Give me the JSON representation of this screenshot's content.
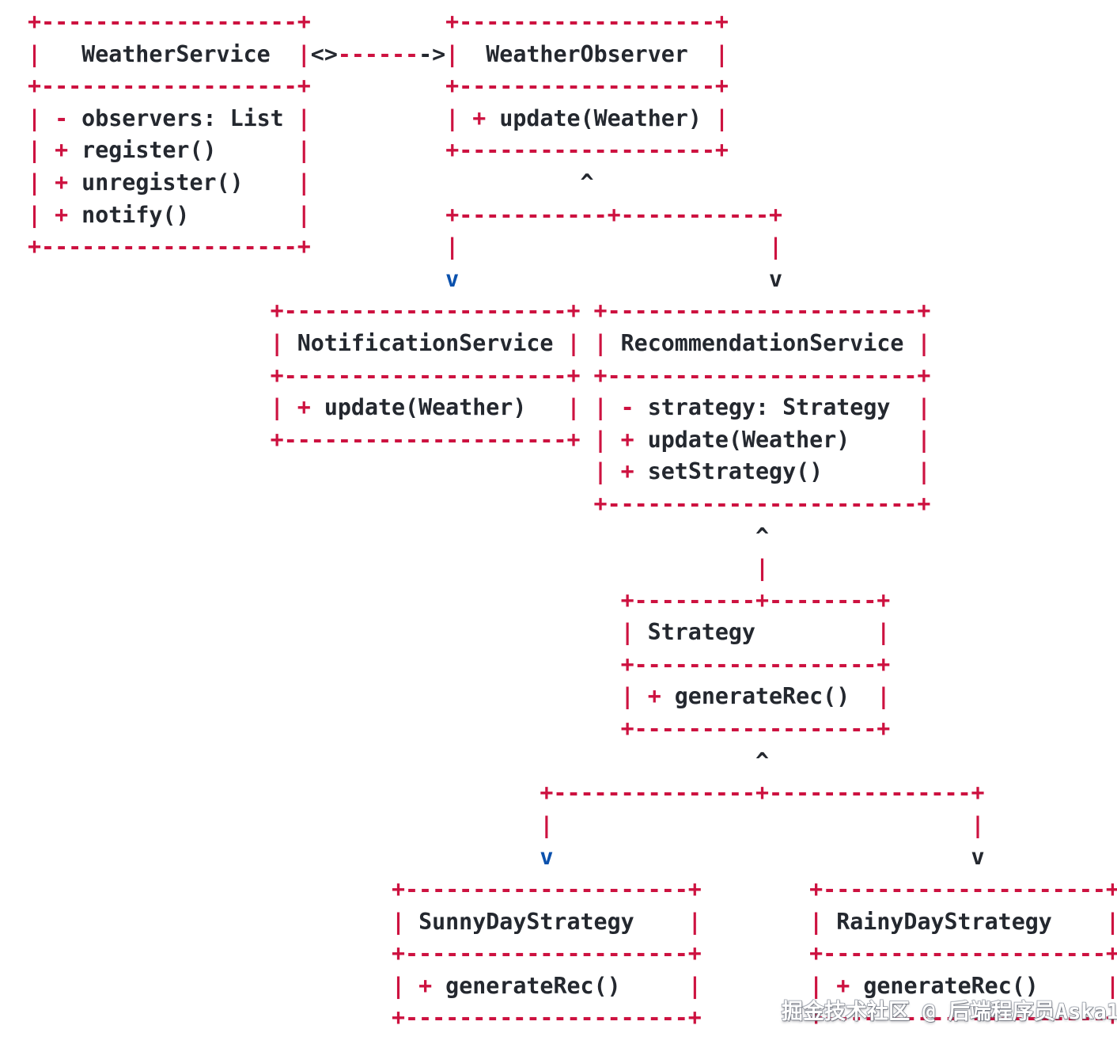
{
  "colors": {
    "border_red": "#cd1240",
    "text_dark": "#24282f",
    "arrow_blue": "#0b51ad",
    "background": "#ffffff",
    "watermark_fill": "#ffffff",
    "watermark_outline": "#8e949d"
  },
  "watermark": {
    "text": "掘金技术社区 @ 后端程序员Aska1"
  },
  "diagram": {
    "description": "ASCII UML class diagram: WeatherService aggregates WeatherObserver; NotificationService and RecommendationService implement WeatherObserver; RecommendationService uses Strategy; SunnyDayStrategy and RainyDayStrategy implement Strategy",
    "classes": [
      {
        "name": "WeatherService",
        "members": [
          "- observers: List",
          "+ register()",
          "+ unregister()",
          "+ notify()"
        ]
      },
      {
        "name": "WeatherObserver",
        "members": [
          "+ update(Weather)"
        ]
      },
      {
        "name": "NotificationService",
        "members": [
          "+ update(Weather)"
        ]
      },
      {
        "name": "RecommendationService",
        "members": [
          "- strategy: Strategy",
          "+ update(Weather)",
          "+ setStrategy()"
        ]
      },
      {
        "name": "Strategy",
        "members": [
          "+ generateRec()"
        ]
      },
      {
        "name": "SunnyDayStrategy",
        "members": [
          "+ generateRec()"
        ]
      },
      {
        "name": "RainyDayStrategy",
        "members": [
          "+ generateRec()"
        ]
      }
    ],
    "lines": [
      [
        [
          "rb",
          [
            19
          ]
        ],
        [
          "g",
          10
        ],
        [
          "rb",
          [
            19
          ]
        ]
      ],
      [
        [
          "r",
          "|"
        ],
        [
          "d",
          "   WeatherService  "
        ],
        [
          "r",
          "|"
        ],
        [
          "d",
          "<>"
        ],
        [
          "r",
          "------"
        ],
        [
          "d",
          "->"
        ],
        [
          "r",
          "|"
        ],
        [
          "d",
          "  WeatherObserver  "
        ],
        [
          "r",
          "|"
        ]
      ],
      [
        [
          "rb",
          [
            19
          ]
        ],
        [
          "g",
          10
        ],
        [
          "rb",
          [
            19
          ]
        ]
      ],
      [
        [
          "r",
          "|"
        ],
        [
          "g",
          1
        ],
        [
          "r",
          "-"
        ],
        [
          "d",
          " observers: List "
        ],
        [
          "r",
          "|"
        ],
        [
          "g",
          10
        ],
        [
          "r",
          "|"
        ],
        [
          "g",
          1
        ],
        [
          "r",
          "+"
        ],
        [
          "d",
          " update(Weather) "
        ],
        [
          "r",
          "|"
        ]
      ],
      [
        [
          "r",
          "|"
        ],
        [
          "g",
          1
        ],
        [
          "r",
          "+"
        ],
        [
          "d",
          " register()      "
        ],
        [
          "r",
          "|"
        ],
        [
          "g",
          10
        ],
        [
          "rb",
          [
            19
          ]
        ]
      ],
      [
        [
          "r",
          "|"
        ],
        [
          "g",
          1
        ],
        [
          "r",
          "+"
        ],
        [
          "d",
          " unregister()    "
        ],
        [
          "r",
          "|"
        ],
        [
          "g",
          20
        ],
        [
          "d",
          "^"
        ]
      ],
      [
        [
          "r",
          "|"
        ],
        [
          "g",
          1
        ],
        [
          "r",
          "+"
        ],
        [
          "d",
          " notify()        "
        ],
        [
          "r",
          "|"
        ],
        [
          "g",
          10
        ],
        [
          "rb",
          [
            11,
            11
          ]
        ]
      ],
      [
        [
          "rb",
          [
            19
          ]
        ],
        [
          "g",
          10
        ],
        [
          "r",
          "|"
        ],
        [
          "g",
          23
        ],
        [
          "r",
          "|"
        ]
      ],
      [
        [
          "g",
          31
        ],
        [
          "b",
          "v"
        ],
        [
          "g",
          23
        ],
        [
          "d",
          "v"
        ]
      ],
      [
        [
          "g",
          18
        ],
        [
          "rb",
          [
            21
          ]
        ],
        [
          "g",
          1
        ],
        [
          "rb",
          [
            23
          ]
        ]
      ],
      [
        [
          "g",
          18
        ],
        [
          "r",
          "|"
        ],
        [
          "d",
          " NotificationService "
        ],
        [
          "r",
          "|"
        ],
        [
          "g",
          1
        ],
        [
          "r",
          "|"
        ],
        [
          "d",
          " RecommendationService "
        ],
        [
          "r",
          "|"
        ]
      ],
      [
        [
          "g",
          18
        ],
        [
          "rb",
          [
            21
          ]
        ],
        [
          "g",
          1
        ],
        [
          "rb",
          [
            23
          ]
        ]
      ],
      [
        [
          "g",
          18
        ],
        [
          "r",
          "|"
        ],
        [
          "g",
          1
        ],
        [
          "r",
          "+"
        ],
        [
          "d",
          " update(Weather)   "
        ],
        [
          "r",
          "|"
        ],
        [
          "g",
          1
        ],
        [
          "r",
          "|"
        ],
        [
          "g",
          1
        ],
        [
          "r",
          "-"
        ],
        [
          "d",
          " strategy: Strategy  "
        ],
        [
          "r",
          "|"
        ]
      ],
      [
        [
          "g",
          18
        ],
        [
          "rb",
          [
            21
          ]
        ],
        [
          "g",
          1
        ],
        [
          "r",
          "|"
        ],
        [
          "g",
          1
        ],
        [
          "r",
          "+"
        ],
        [
          "d",
          " update(Weather)     "
        ],
        [
          "r",
          "|"
        ]
      ],
      [
        [
          "g",
          42
        ],
        [
          "r",
          "|"
        ],
        [
          "g",
          1
        ],
        [
          "r",
          "+"
        ],
        [
          "d",
          " setStrategy()       "
        ],
        [
          "r",
          "|"
        ]
      ],
      [
        [
          "g",
          42
        ],
        [
          "rb",
          [
            23
          ]
        ]
      ],
      [
        [
          "g",
          54
        ],
        [
          "d",
          "^"
        ]
      ],
      [
        [
          "g",
          54
        ],
        [
          "r",
          "|"
        ]
      ],
      [
        [
          "g",
          44
        ],
        [
          "rb",
          [
            9,
            8
          ]
        ]
      ],
      [
        [
          "g",
          44
        ],
        [
          "r",
          "|"
        ],
        [
          "d",
          " Strategy         "
        ],
        [
          "r",
          "|"
        ]
      ],
      [
        [
          "g",
          44
        ],
        [
          "rb",
          [
            18
          ]
        ]
      ],
      [
        [
          "g",
          44
        ],
        [
          "r",
          "|"
        ],
        [
          "g",
          1
        ],
        [
          "r",
          "+"
        ],
        [
          "d",
          " generateRec()  "
        ],
        [
          "r",
          "|"
        ]
      ],
      [
        [
          "g",
          44
        ],
        [
          "rb",
          [
            18
          ]
        ]
      ],
      [
        [
          "g",
          54
        ],
        [
          "d",
          "^"
        ]
      ],
      [
        [
          "g",
          38
        ],
        [
          "rb",
          [
            15,
            15
          ]
        ]
      ],
      [
        [
          "g",
          38
        ],
        [
          "r",
          "|"
        ],
        [
          "g",
          31
        ],
        [
          "r",
          "|"
        ]
      ],
      [
        [
          "g",
          38
        ],
        [
          "b",
          "v"
        ],
        [
          "g",
          31
        ],
        [
          "d",
          "v"
        ]
      ],
      [
        [
          "g",
          27
        ],
        [
          "rb",
          [
            21
          ]
        ],
        [
          "g",
          8
        ],
        [
          "rb",
          [
            21
          ]
        ]
      ],
      [
        [
          "g",
          27
        ],
        [
          "r",
          "|"
        ],
        [
          "d",
          " SunnyDayStrategy    "
        ],
        [
          "r",
          "|"
        ],
        [
          "g",
          8
        ],
        [
          "r",
          "|"
        ],
        [
          "d",
          " RainyDayStrategy    "
        ],
        [
          "r",
          "|"
        ]
      ],
      [
        [
          "g",
          27
        ],
        [
          "rb",
          [
            21
          ]
        ],
        [
          "g",
          8
        ],
        [
          "rb",
          [
            21
          ]
        ]
      ],
      [
        [
          "g",
          27
        ],
        [
          "r",
          "|"
        ],
        [
          "g",
          1
        ],
        [
          "r",
          "+"
        ],
        [
          "d",
          " generateRec()     "
        ],
        [
          "r",
          "|"
        ],
        [
          "g",
          8
        ],
        [
          "r",
          "|"
        ],
        [
          "g",
          1
        ],
        [
          "r",
          "+"
        ],
        [
          "d",
          " generateRec()     "
        ],
        [
          "r",
          "|"
        ]
      ],
      [
        [
          "g",
          27
        ],
        [
          "rb",
          [
            21
          ]
        ],
        [
          "g",
          8
        ],
        [
          "rb",
          [
            21
          ]
        ]
      ]
    ]
  }
}
